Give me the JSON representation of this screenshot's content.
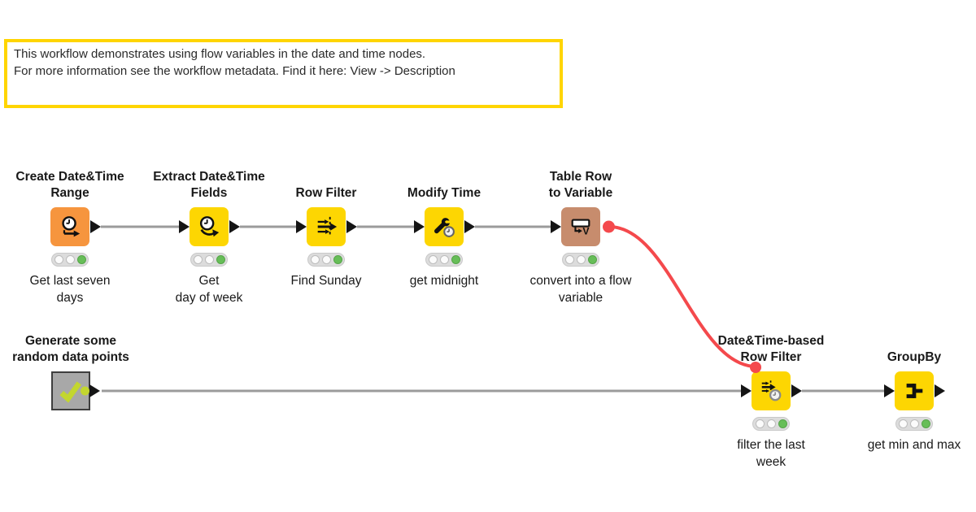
{
  "app": "KNIME workflow canvas",
  "annotation": {
    "text": "This workflow demonstrates using flow variables in the date and time nodes.\nFor more information see the workflow metadata. Find it here: View -> Description",
    "border_color": "#FFD500"
  },
  "colors": {
    "node_yellow": "#FDD602",
    "node_orange": "#F6953E",
    "node_brown": "#C78C6D",
    "metanode_gray": "#A8A8A8",
    "edge_gray": "#9B9B9B",
    "flow_variable_red": "#F4494C",
    "status_green": "#67BE58",
    "metanode_accent": "#C3D62F"
  },
  "nodes": [
    {
      "title": "Create Date&Time\nRange",
      "label": "Get last seven\ndays",
      "status": "executed",
      "icon": "clock-right-arrow"
    },
    {
      "title": "Extract Date&Time\nFields",
      "label": "Get\nday of week",
      "status": "executed",
      "icon": "clock-curved-arrow"
    },
    {
      "title": "Row Filter",
      "label": "Find Sunday",
      "status": "executed",
      "icon": "filter-arrows"
    },
    {
      "title": "Modify Time",
      "label": "get midnight",
      "status": "executed",
      "icon": "wrench-clock"
    },
    {
      "title": "Table Row\nto Variable",
      "label": "convert into a flow\nvariable",
      "status": "executed",
      "icon": "row-to-variable"
    },
    {
      "title": "Generate some\nrandom data points",
      "label": "",
      "status": "metanode",
      "icon": "checkmark"
    },
    {
      "title": "Date&Time-based\nRow Filter",
      "label": "filter the last\nweek",
      "status": "executed",
      "icon": "filter-arrows-clock"
    },
    {
      "title": "GroupBy",
      "label": "get min and max",
      "status": "executed",
      "icon": "group-merge"
    }
  ],
  "edges": [
    {
      "from": "Create Date&Time Range",
      "to": "Extract Date&Time Fields",
      "type": "data"
    },
    {
      "from": "Extract Date&Time Fields",
      "to": "Row Filter",
      "type": "data"
    },
    {
      "from": "Row Filter",
      "to": "Modify Time",
      "type": "data"
    },
    {
      "from": "Modify Time",
      "to": "Table Row to Variable",
      "type": "data"
    },
    {
      "from": "Table Row to Variable",
      "to": "Date&Time-based Row Filter",
      "type": "flow-variable"
    },
    {
      "from": "Generate some random data points",
      "to": "Date&Time-based Row Filter",
      "type": "data"
    },
    {
      "from": "Date&Time-based Row Filter",
      "to": "GroupBy",
      "type": "data"
    }
  ]
}
